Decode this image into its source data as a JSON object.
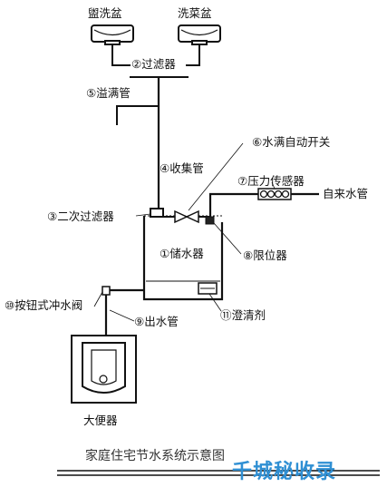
{
  "labels": {
    "washbasin": "盥洗盆",
    "vegetable_basin": "洗菜盆",
    "filter_2": "②过滤器",
    "overflow_pipe_5": "⑤溢满管",
    "collector_pipe_4": "④收集管",
    "full_switch_6": "⑥水满自动开关",
    "pressure_sensor_7": "⑦压力传感器",
    "tap_water_pipe": "自来水管",
    "secondary_filter_3": "③二次过滤器",
    "storage_tank_1": "①储水器",
    "limiter_8": "⑧限位器",
    "button_valve_10": "⑩按钮式冲水阀",
    "outlet_pipe_9": "⑨出水管",
    "clarifier_11": "⑪澄清剂",
    "toilet": "大便器",
    "caption": "家庭住宅节水系统示意图"
  },
  "watermark": "千城秘收录",
  "colors": {
    "line": "#111111",
    "watermark": "#2f8fd3"
  }
}
